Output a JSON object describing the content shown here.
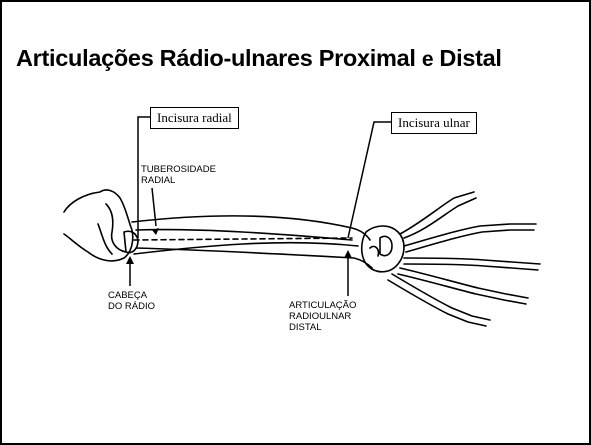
{
  "slide": {
    "title_main": "Articulações Rádio-ulnares Proximal ",
    "title_and": "e",
    "title_end": " Distal"
  },
  "callouts": {
    "incisura_radial": "Incisura radial",
    "incisura_ulnar": "Incisura ulnar"
  },
  "labels": {
    "tuberosidade_1": "TUBEROSIDADE",
    "tuberosidade_2": "RADIAL",
    "cabeca_1": "CABEÇA",
    "cabeca_2": "DO RÁDIO",
    "articulacao_1": "ARTICULAÇÃO",
    "articulacao_2": "RADIOULNAR",
    "articulacao_3": "DISTAL"
  }
}
